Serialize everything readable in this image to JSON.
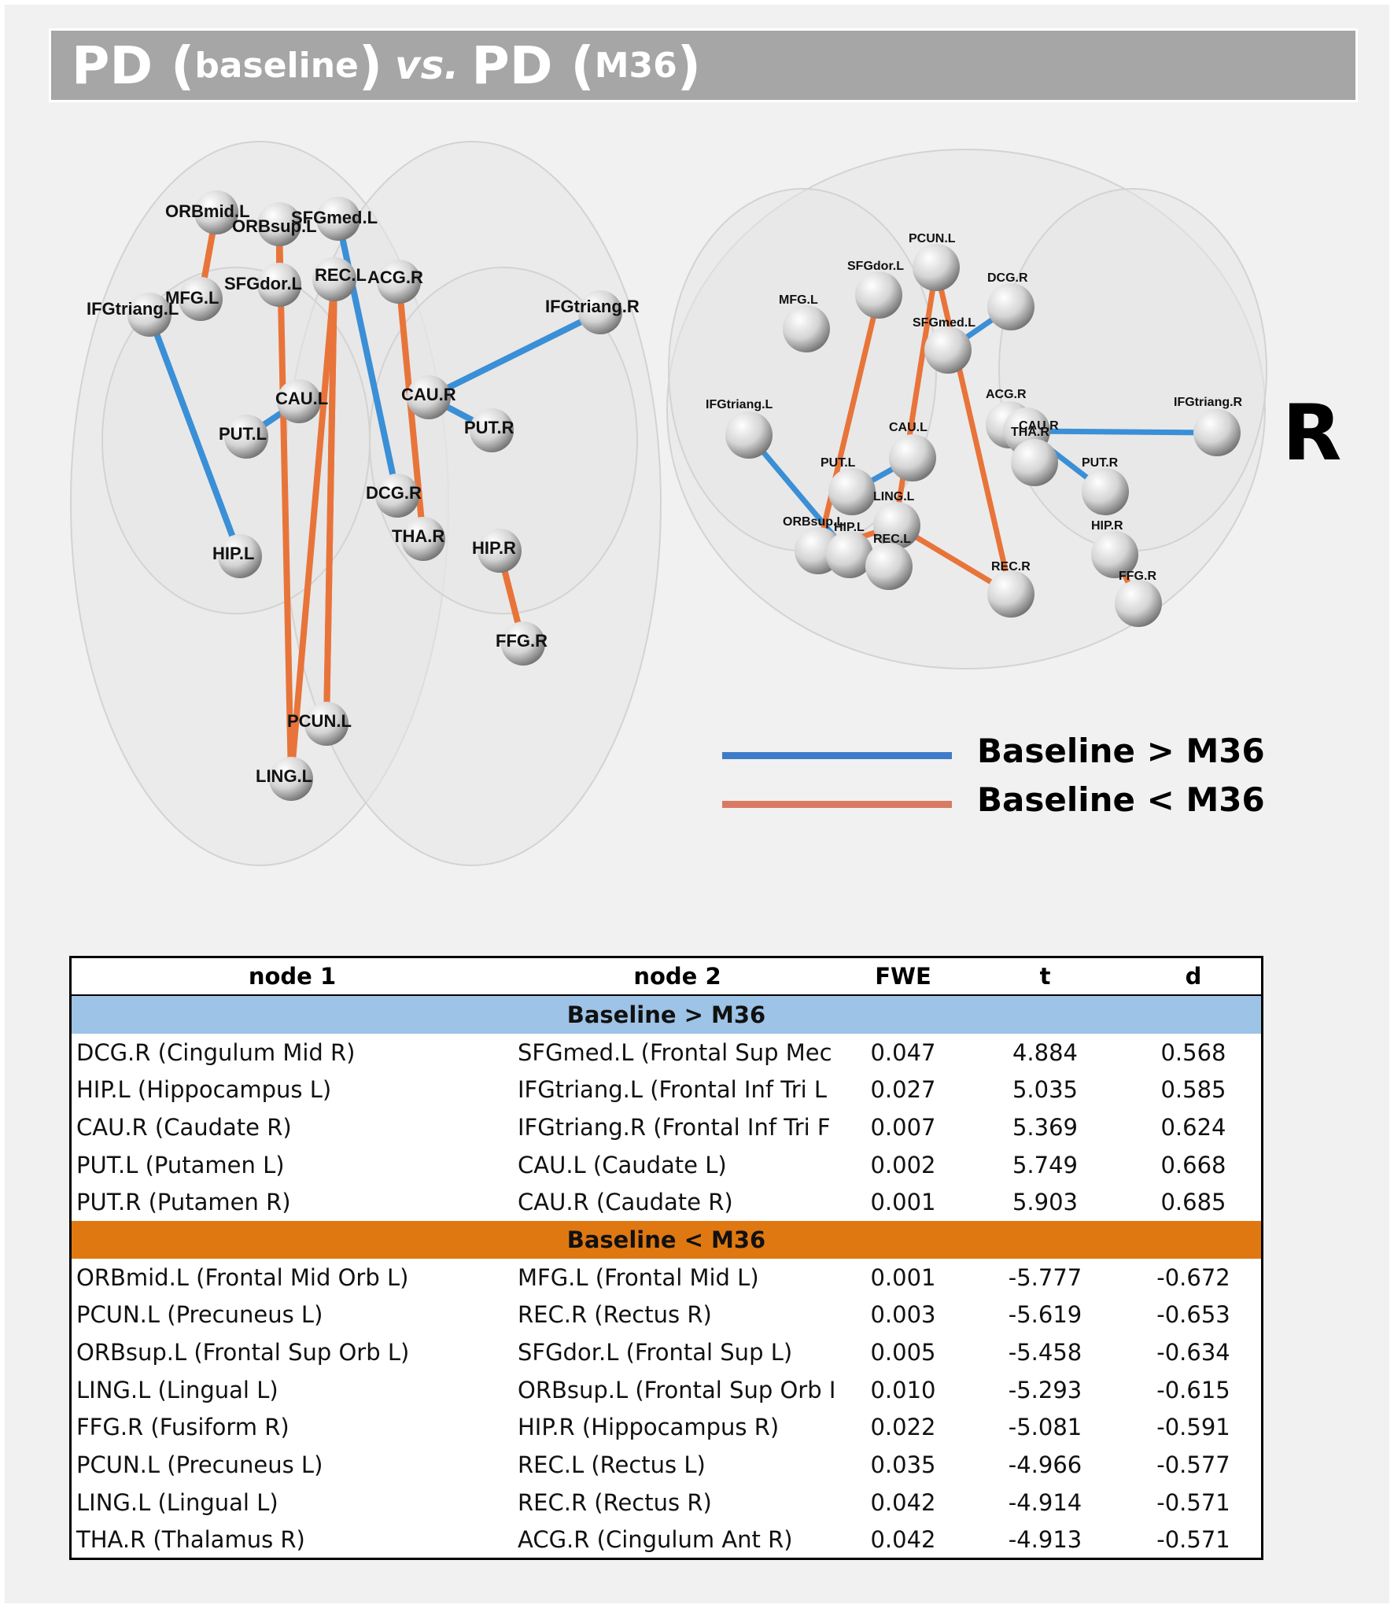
{
  "title": {
    "left_main": "PD (",
    "left_sub": "baseline",
    "close1": ")",
    "vs": "vs.",
    "right_main": "PD (",
    "right_sub": "M36",
    "close2": ")"
  },
  "orientation_label": "R",
  "colors": {
    "positive": "#3e7cc9",
    "negative": "#d97a62",
    "edge_pos": "#3a8fd6",
    "edge_neg": "#e8743a"
  },
  "legend": [
    {
      "label": "Baseline > M36",
      "color": "#3e7cc9"
    },
    {
      "label": "Baseline < M36",
      "color": "#d97a62"
    }
  ],
  "axial_nodes": [
    "ORBmid.L",
    "ORBsup.L",
    "SFGmed.L",
    "MFG.L",
    "SFGdor.L",
    "REC.L",
    "ACG.R",
    "IFGtriang.L",
    "IFGtriang.R",
    "CAU.L",
    "CAU.R",
    "PUT.L",
    "PUT.R",
    "DCG.R",
    "THA.R",
    "HIP.L",
    "HIP.R",
    "FFG.R",
    "PCUN.L",
    "LING.L"
  ],
  "coronal_nodes": [
    "PCUN.L",
    "SFGdor.L",
    "DCG.R",
    "MFG.L",
    "SFGmed.L",
    "IFGtriang.L",
    "ACG.R",
    "CAU.R",
    "THA.R",
    "IFGtriang.R",
    "CAU.L",
    "PUT.L",
    "PUT.R",
    "LING.L",
    "HIP.R",
    "ORBsup.L",
    "HIP.L",
    "REC.L",
    "REC.R",
    "FFG.R"
  ],
  "table": {
    "headers": [
      "node 1",
      "node 2",
      "FWE",
      "t",
      "d"
    ],
    "groups": [
      {
        "label": "Baseline > M36",
        "rows": [
          [
            "DCG.R (Cingulum Mid R)",
            "SFGmed.L (Frontal Sup Mec",
            "0.047",
            "4.884",
            "0.568"
          ],
          [
            "HIP.L (Hippocampus L)",
            "IFGtriang.L (Frontal Inf Tri L",
            "0.027",
            "5.035",
            "0.585"
          ],
          [
            "CAU.R (Caudate R)",
            "IFGtriang.R (Frontal Inf Tri F",
            "0.007",
            "5.369",
            "0.624"
          ],
          [
            "PUT.L (Putamen L)",
            "CAU.L (Caudate L)",
            "0.002",
            "5.749",
            "0.668"
          ],
          [
            "PUT.R (Putamen R)",
            "CAU.R (Caudate R)",
            "0.001",
            "5.903",
            "0.685"
          ]
        ]
      },
      {
        "label": "Baseline < M36",
        "rows": [
          [
            "ORBmid.L (Frontal Mid Orb L)",
            "MFG.L (Frontal Mid L)",
            "0.001",
            "-5.777",
            "-0.672"
          ],
          [
            "PCUN.L (Precuneus L)",
            "REC.R (Rectus R)",
            "0.003",
            "-5.619",
            "-0.653"
          ],
          [
            "ORBsup.L (Frontal Sup Orb L)",
            "SFGdor.L (Frontal Sup L)",
            "0.005",
            "-5.458",
            "-0.634"
          ],
          [
            "LING.L (Lingual L)",
            "ORBsup.L (Frontal Sup Orb I",
            "0.010",
            "-5.293",
            "-0.615"
          ],
          [
            "FFG.R (Fusiform R)",
            "HIP.R (Hippocampus R)",
            "0.022",
            "-5.081",
            "-0.591"
          ],
          [
            "PCUN.L (Precuneus L)",
            "REC.L (Rectus L)",
            "0.035",
            "-4.966",
            "-0.577"
          ],
          [
            "LING.L (Lingual L)",
            "REC.R (Rectus R)",
            "0.042",
            "-4.914",
            "-0.571"
          ],
          [
            "THA.R (Thalamus R)",
            "ACG.R (Cingulum Ant R)",
            "0.042",
            "-4.913",
            "-0.571"
          ]
        ]
      }
    ]
  }
}
